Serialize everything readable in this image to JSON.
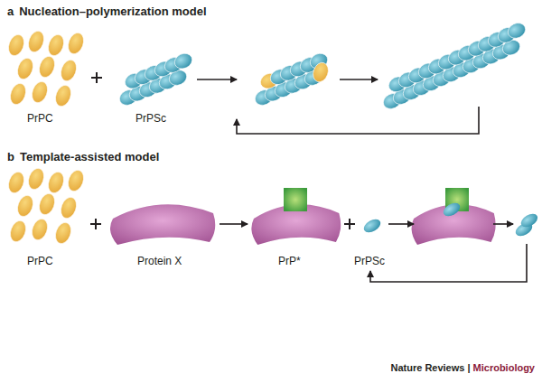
{
  "diagram": {
    "labels": [
      "a",
      "Nucleation–polymerization model",
      "PrPC",
      "PrPSc",
      "b",
      "Template-assisted model",
      "PrPC",
      "Protein X",
      "PrP*",
      "PrPSc",
      "Nature Reviews |",
      "Microbiology"
    ]
  }
}
